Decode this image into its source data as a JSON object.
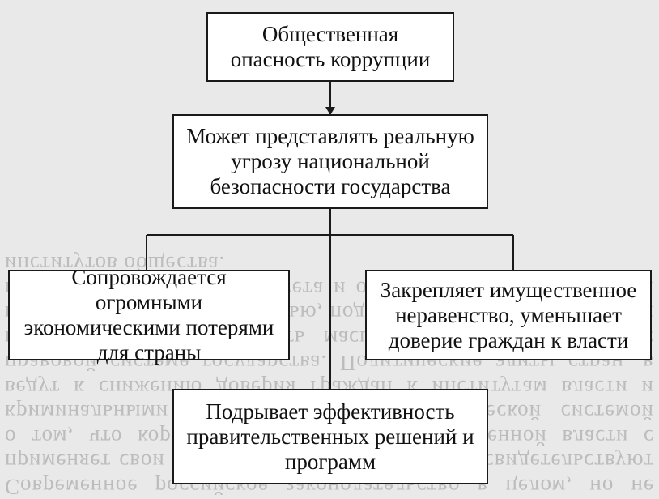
{
  "diagram": {
    "top": "Общественная опасность коррупции",
    "middle": "Может представлять реальную угрозу национальной безопасности государства",
    "left": "Сопровождается огромными экономическими потерями для страны",
    "right": "Закрепляет имущественное неравенство, уменьшает доверие граждан к власти",
    "bottom": "Подрывает эффективность правительственных решений и программ"
  }
}
